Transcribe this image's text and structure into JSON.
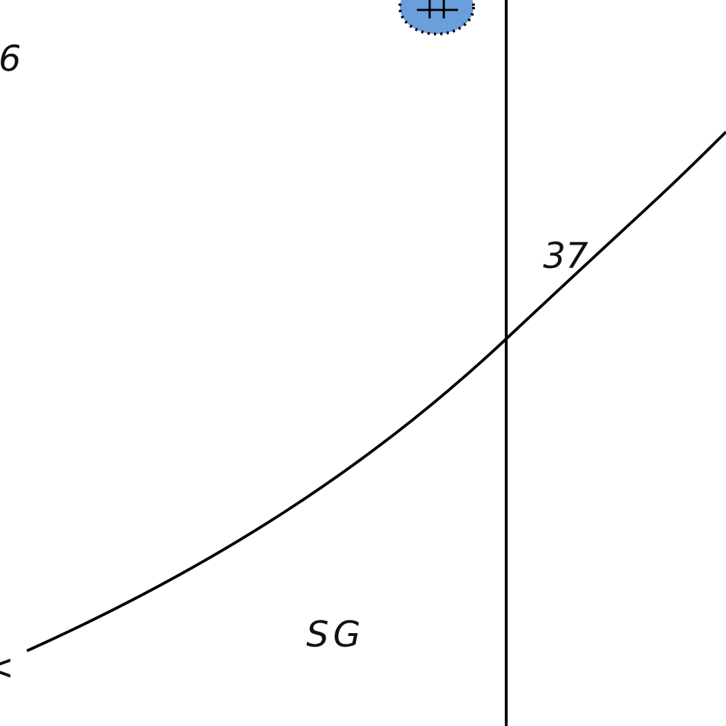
{
  "map": {
    "labels": {
      "contour_partial": "6",
      "contour_value": "37",
      "area_code": "SG",
      "edge_fragment": "<"
    },
    "colors": {
      "background": "#ffffff",
      "line": "#000000",
      "marker_fill": "#6a9fdb",
      "marker_outline": "#000000"
    },
    "symbols": {
      "marker": "survey-point-cross-icon"
    }
  }
}
